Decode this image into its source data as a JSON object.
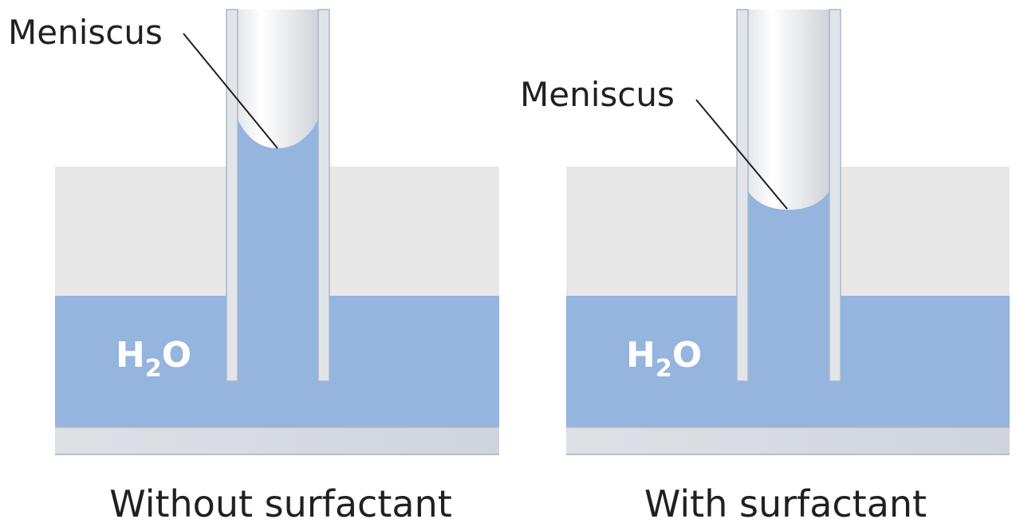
{
  "panels": [
    {
      "meniscus_label": "Meniscus",
      "caption": "Without surfactant",
      "h2o": {
        "main": "H",
        "sub": "2",
        "end": "O"
      }
    },
    {
      "meniscus_label": "Meniscus",
      "caption": "With surfactant",
      "h2o": {
        "main": "H",
        "sub": "2",
        "end": "O"
      }
    }
  ],
  "colors": {
    "water": "#95b4de",
    "air": "#e8e8e8",
    "base": "#d6dbe2",
    "wall": "#e1e4e9",
    "wall_edge": "#a9b8cc"
  }
}
